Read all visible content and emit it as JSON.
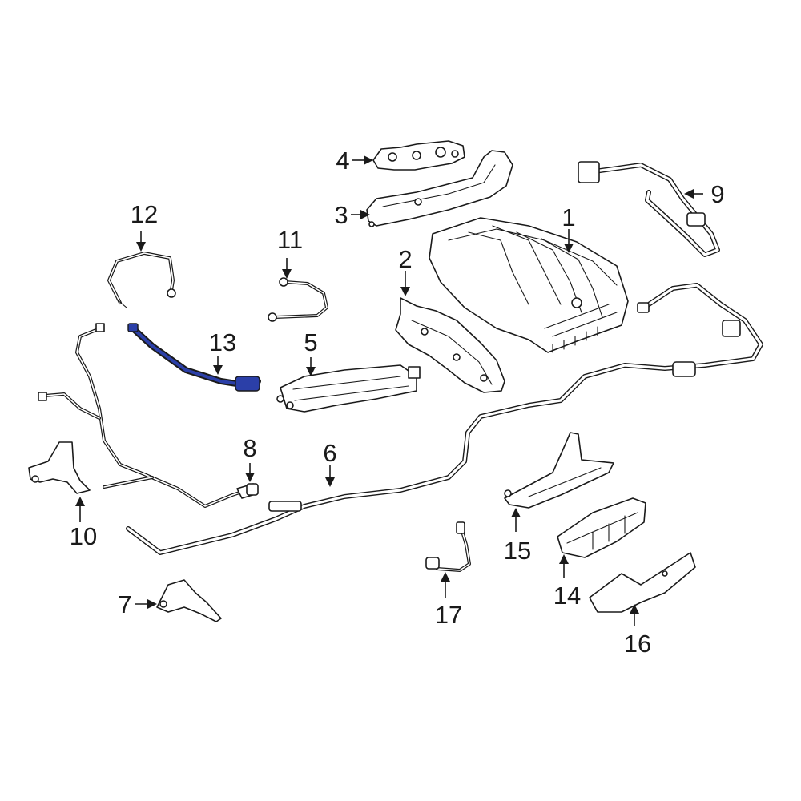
{
  "colors": {
    "line": "#1a1a1a",
    "highlight": "#2b3fa8",
    "background": "#ffffff"
  },
  "highlighted_part": "13",
  "callouts": [
    {
      "id": "c1",
      "label": "1"
    },
    {
      "id": "c2",
      "label": "2"
    },
    {
      "id": "c3",
      "label": "3"
    },
    {
      "id": "c4",
      "label": "4"
    },
    {
      "id": "c5",
      "label": "5"
    },
    {
      "id": "c6",
      "label": "6"
    },
    {
      "id": "c7",
      "label": "7"
    },
    {
      "id": "c8",
      "label": "8"
    },
    {
      "id": "c9",
      "label": "9"
    },
    {
      "id": "c10",
      "label": "10"
    },
    {
      "id": "c11",
      "label": "11"
    },
    {
      "id": "c12",
      "label": "12"
    },
    {
      "id": "c13",
      "label": "13"
    },
    {
      "id": "c14",
      "label": "14"
    },
    {
      "id": "c15",
      "label": "15"
    },
    {
      "id": "c16",
      "label": "16"
    },
    {
      "id": "c17",
      "label": "17"
    }
  ]
}
